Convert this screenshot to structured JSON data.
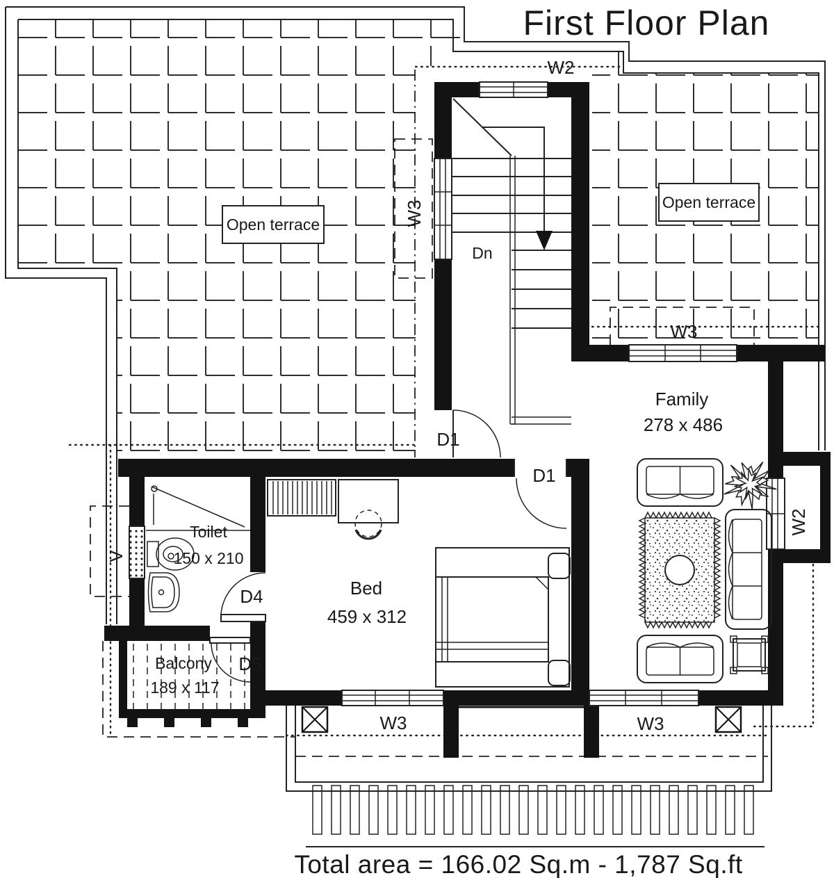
{
  "header": {
    "title": "First Floor Plan"
  },
  "footer": {
    "total_area": "Total area = 166.02 Sq.m - 1,787 Sq.ft"
  },
  "rooms": {
    "open_terrace_left": {
      "label": "Open terrace"
    },
    "open_terrace_right": {
      "label": "Open terrace"
    },
    "family": {
      "label": "Family",
      "dims": "278 x 486"
    },
    "bed": {
      "label": "Bed",
      "dims": "459 x 312"
    },
    "toilet": {
      "label": "Toilet",
      "dims": "150 x 210"
    },
    "balcony": {
      "label": "Balcony",
      "dims": "189 x 117"
    }
  },
  "stair": {
    "down_label": "Dn"
  },
  "openings": {
    "w2_top": {
      "label": "W2"
    },
    "w2_family": {
      "label": "W2"
    },
    "w3_stair": {
      "label": "W3"
    },
    "w3_terrace": {
      "label": "W3"
    },
    "w3_bed_left": {
      "label": "W3"
    },
    "w3_bed_right": {
      "label": "W3"
    },
    "d1_stair": {
      "label": "D1"
    },
    "d1_bed": {
      "label": "D1"
    },
    "d4_toilet": {
      "label": "D4"
    },
    "d5_balcony": {
      "label": "D5"
    },
    "v_toilet": {
      "label": "V"
    }
  },
  "colors": {
    "ink": "#1a1a1a",
    "wall": "#131313",
    "background": "#ffffff"
  }
}
